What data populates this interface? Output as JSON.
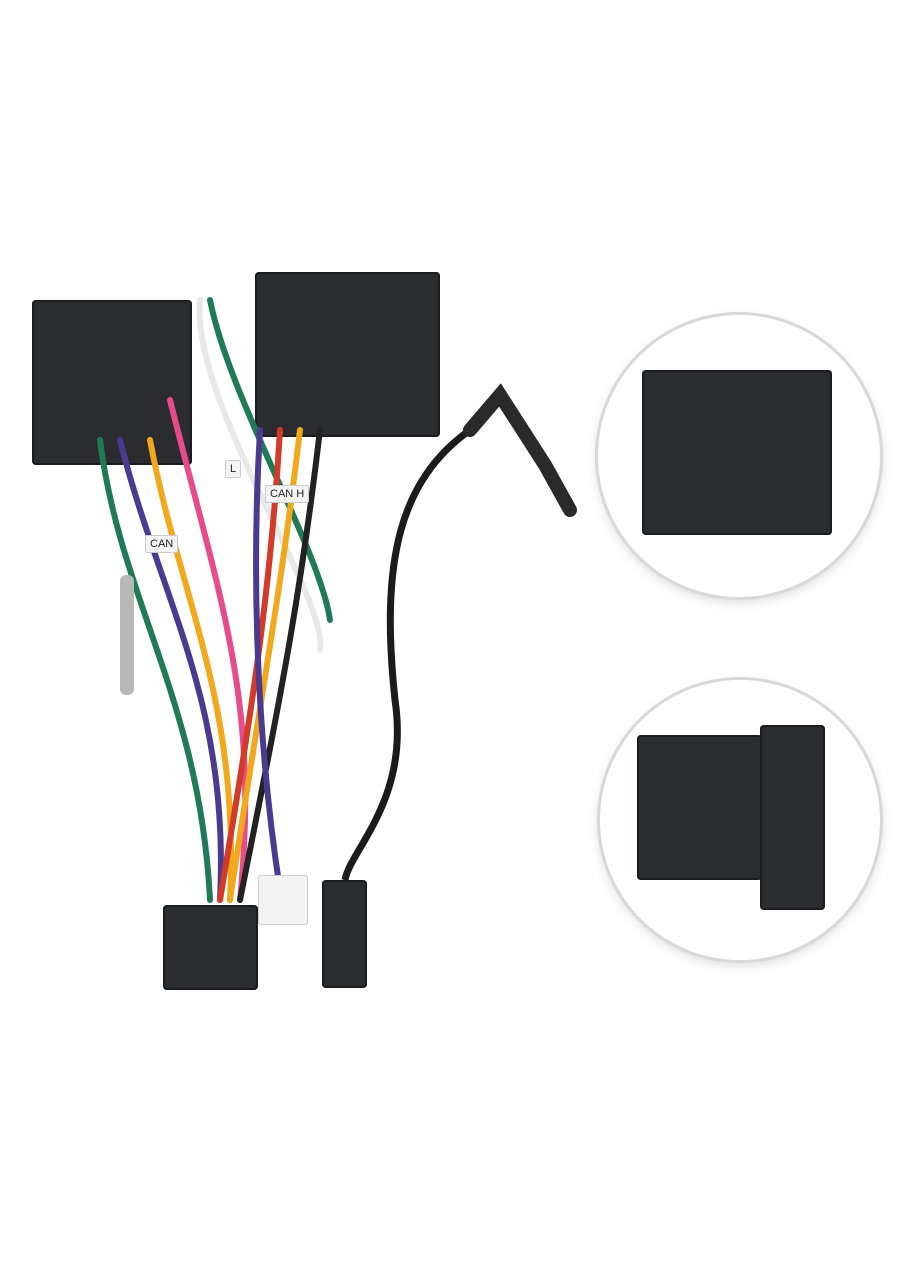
{
  "image": {
    "subject": "Car stereo wiring harness with connectors",
    "background": "#ffffff"
  },
  "labels": {
    "tag_1": "CAN",
    "tag_2": "CAN H",
    "tag_3": "L"
  },
  "insets": [
    {
      "name": "quadlock-connector-detail"
    },
    {
      "name": "iso-connector-detail"
    }
  ],
  "colors": {
    "connector": "#2a2c30",
    "wires": [
      "#1f7a55",
      "#ffffff",
      "#e64b8a",
      "#f2a81d",
      "#4b3a8f",
      "#222222",
      "#d23a2a",
      "#1a5fb4"
    ]
  }
}
